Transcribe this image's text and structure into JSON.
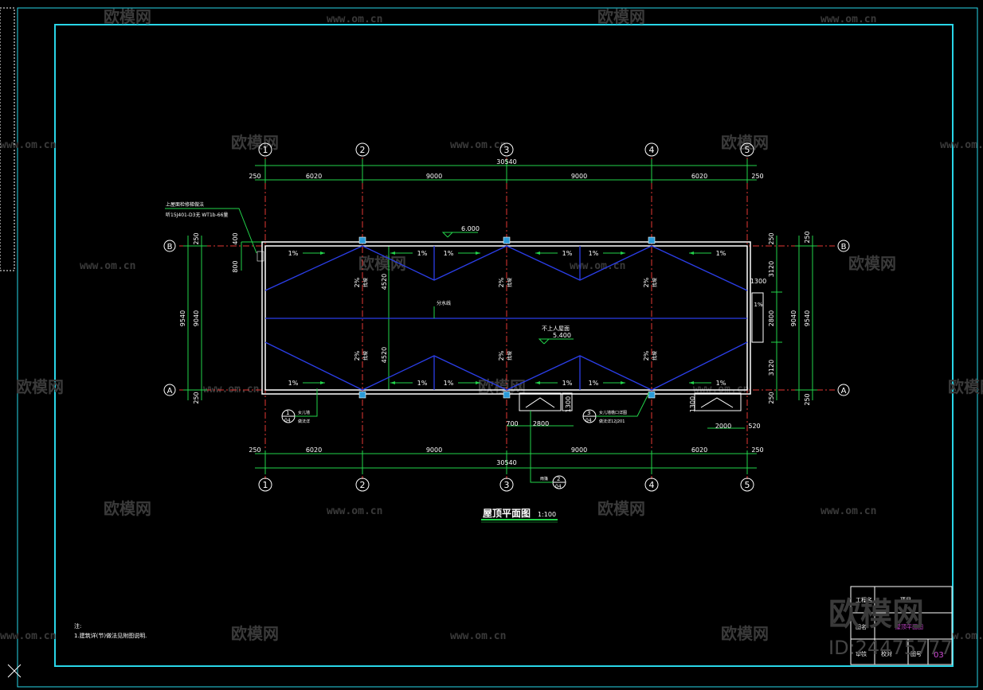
{
  "colors": {
    "background": "#000000",
    "frame": "#29d6e8",
    "axis": "#e53935",
    "dimension": "#22d34a",
    "wall": "#ffffff",
    "slope_line": "#2b3ee8",
    "text": "#ffffff",
    "title_block_accent": "#d24bd8",
    "watermark": "#3a3a3a"
  },
  "drawing": {
    "title": "屋顶平面图",
    "scale": "1:100",
    "grid_columns": [
      "1",
      "2",
      "3",
      "4",
      "5"
    ],
    "grid_rows": [
      "A",
      "B"
    ],
    "dims_top": [
      "250",
      "6020",
      "9000",
      "9000",
      "6020",
      "250"
    ],
    "dims_bottom": [
      "250",
      "6020",
      "9000",
      "9000",
      "6020",
      "250"
    ],
    "total_length": "30540",
    "dims_left": [
      "250",
      "9040",
      "250"
    ],
    "dim_left_total": "9540",
    "dims_right": [
      "250",
      "3120",
      "2800",
      "3120",
      "250"
    ],
    "dim_right_total": "9540",
    "dims_right_outer": [
      "9040"
    ],
    "dims_left_inner": [
      "400",
      "800"
    ],
    "elevation_top": "6.000",
    "elevation_roof": "5.400",
    "roof_label": "不上人屋面",
    "divide_label": "分水线",
    "slopes": [
      "1%",
      "1%",
      "1%",
      "1%",
      "1%",
      "1%",
      "1%",
      "1%",
      "1%",
      "1%",
      "1%",
      "1%"
    ],
    "slope_2pct": "2%",
    "slope_vertical_label": "找坡",
    "dims_mid_left": [
      "4520",
      "4520"
    ],
    "opening_dims": [
      "700",
      "2800",
      "1300",
      "1300",
      "2000",
      "520"
    ],
    "side_dim": "1300",
    "leader_note_1": "上屋面检修梯做法",
    "leader_note_2": "听15J401-D3无 WT1b-66量",
    "detail_callout_a_num": "1",
    "detail_callout_a_sheet": "04",
    "detail_callout_a_text": "女儿墙",
    "detail_callout_a_text2": "做法详",
    "detail_callout_b_num": "2",
    "detail_callout_b_sheet": "04",
    "detail_callout_b_text": "雨篷",
    "detail_callout_c_num": "3",
    "detail_callout_c_sheet": "04",
    "detail_callout_c_text": "女儿墙檐口详图",
    "detail_callout_c_text2": "做法详12J201",
    "notes_title": "注:",
    "notes": [
      "1.建筑详(节)做法见附图说明."
    ]
  },
  "title_block": {
    "rows": [
      {
        "label": "工程名",
        "value": "项目"
      },
      {
        "label": "图名",
        "value": "屋顶平面图"
      },
      {
        "label": "审核",
        "value": "校对",
        "label2": "图号",
        "value2": "03"
      }
    ]
  },
  "watermark": {
    "brand": "欧模网",
    "url": "www.om.cn",
    "id_text": "ID:24475777"
  }
}
